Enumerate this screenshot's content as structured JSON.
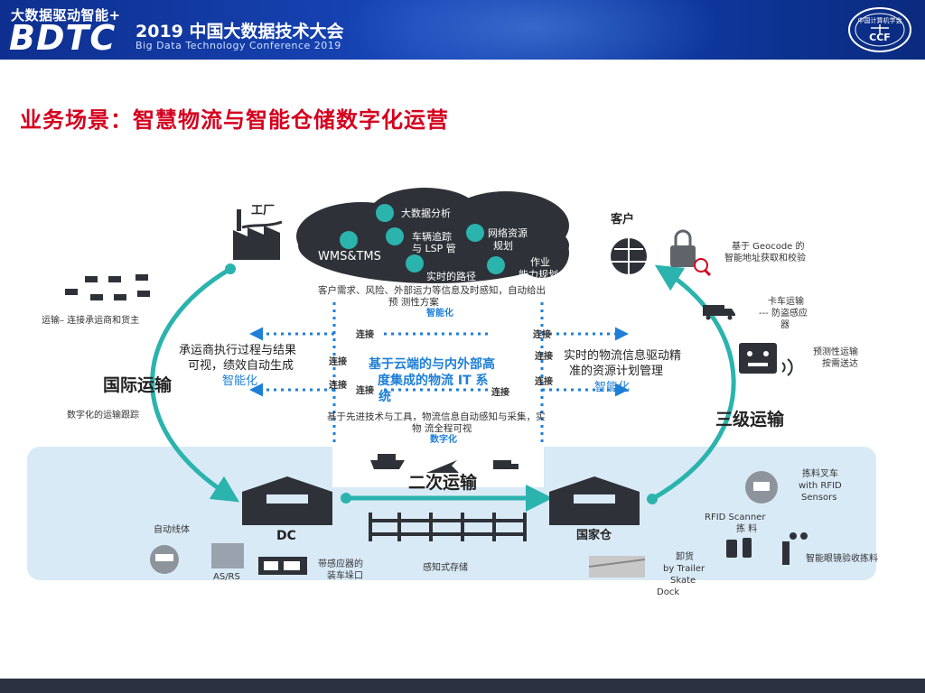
{
  "header": {
    "tagline": "大数据驱动智能+",
    "logo_text": "BDTC",
    "conference_cn": "2019 中国大数据技术大会",
    "conference_en": "Big Data Technology Conference 2019",
    "ccf_logo_text": "中国计算机学会",
    "ccf_abbr": "CCF"
  },
  "title": "业务场景：智慧物流与智能仓储数字化运营",
  "cloud": {
    "items": {
      "bigdata": "大数据分析",
      "tracking_line1": "车辆追踪",
      "tracking_line2": "与 LSP 管",
      "network_line1": "网络资源",
      "network_line2": "规划",
      "wms": "WMS&TMS",
      "realtime": "实时的路径",
      "work_line1": "作业",
      "work_line2": "能力规划"
    },
    "caption_line1": "客户需求、风险、外部运力等信息及时感知，自动给出",
    "caption_line2": "预  测性方案",
    "caption_tag": "智能化"
  },
  "factory": {
    "label": "工厂"
  },
  "customer": {
    "label": "客户"
  },
  "left": {
    "trucks_caption": "运输– 连接承运商和货主",
    "process_line1": "承运商执行过程与结果",
    "process_line2": "可视，绩效自动生成",
    "process_tag": "智能化",
    "intl_transport": "国际运输",
    "digital_tracking": "数字化的运输跟踪"
  },
  "right": {
    "geocode_line1": "基于 Geocode 的",
    "geocode_line2": "智能地址获取和校验",
    "truck_line1": "卡车运输",
    "truck_line2": "--- 防盗感应",
    "truck_line3": "器",
    "predictive_line1": "预测性运输",
    "predictive_line2": "按需送达",
    "resource_line1": "实时的物流信息驱动精",
    "resource_line2": "准的资源计划管理",
    "resource_tag": "智能化",
    "third_transport": "三级运输"
  },
  "center": {
    "connect": "连接",
    "core_line1": "基于云端的与内外部高",
    "core_line2": "度集成的物流 IT 系",
    "core_line3": "统",
    "bottom_line1": "基于先进技术与工具，物流信息自动感知与采集，实",
    "bottom_line2": "物  流全程可视",
    "bottom_tag": "数字化",
    "secondary": "二次运输"
  },
  "warehouse": {
    "dc": "DC",
    "national": "国家仓",
    "auto_line": "自动线体",
    "asrs": "AS/RS",
    "dock_line1": "带感应器的",
    "dock_line2": "装车垛口",
    "storage": "感知式存储",
    "unload_line1": "卸货",
    "unload_line2": "by Trailer",
    "unload_line3": "Skate",
    "unload_line4": "Dock",
    "forklift_line1": "拣料叉车",
    "forklift_line2": "with  RFID",
    "forklift_line3": "Sensors",
    "rfid_line1": "RFID Scanner",
    "rfid_line2": "拣  料",
    "glasses": "智能眼镜验收拣料"
  },
  "colors": {
    "teal": "#2bb3ae",
    "dark_cloud": "#2e3238",
    "accent_blue": "#1e7fd6",
    "title_red": "#d4001e",
    "panel": "#d9eaf7"
  }
}
